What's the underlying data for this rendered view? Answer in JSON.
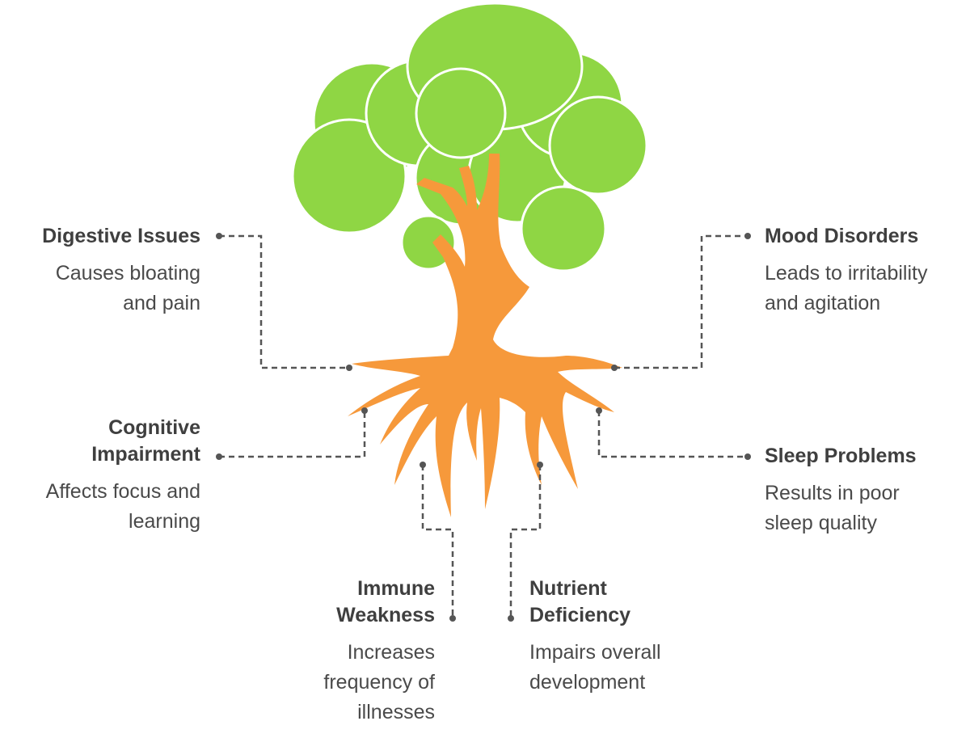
{
  "colors": {
    "foliage": "#8fd644",
    "foliage_outline": "#ffffff",
    "trunk": "#f6993b",
    "connector": "#555555",
    "text": "#444444"
  },
  "callouts": [
    {
      "id": "digestive-issues",
      "title_lines": [
        "Digestive Issues"
      ],
      "desc_lines": [
        "Causes bloating",
        "and pain"
      ]
    },
    {
      "id": "mood-disorders",
      "title_lines": [
        "Mood Disorders"
      ],
      "desc_lines": [
        "Leads to irritability",
        "and agitation"
      ]
    },
    {
      "id": "cognitive-impairment",
      "title_lines": [
        "Cognitive",
        "Impairment"
      ],
      "desc_lines": [
        "Affects focus and",
        "learning"
      ]
    },
    {
      "id": "sleep-problems",
      "title_lines": [
        "Sleep Problems"
      ],
      "desc_lines": [
        "Results in poor",
        "sleep quality"
      ]
    },
    {
      "id": "immune-weakness",
      "title_lines": [
        "Immune",
        "Weakness"
      ],
      "desc_lines": [
        "Increases",
        "frequency of",
        "illnesses"
      ]
    },
    {
      "id": "nutrient-deficiency",
      "title_lines": [
        "Nutrient",
        "Deficiency"
      ],
      "desc_lines": [
        "Impairs overall",
        "development"
      ]
    }
  ]
}
